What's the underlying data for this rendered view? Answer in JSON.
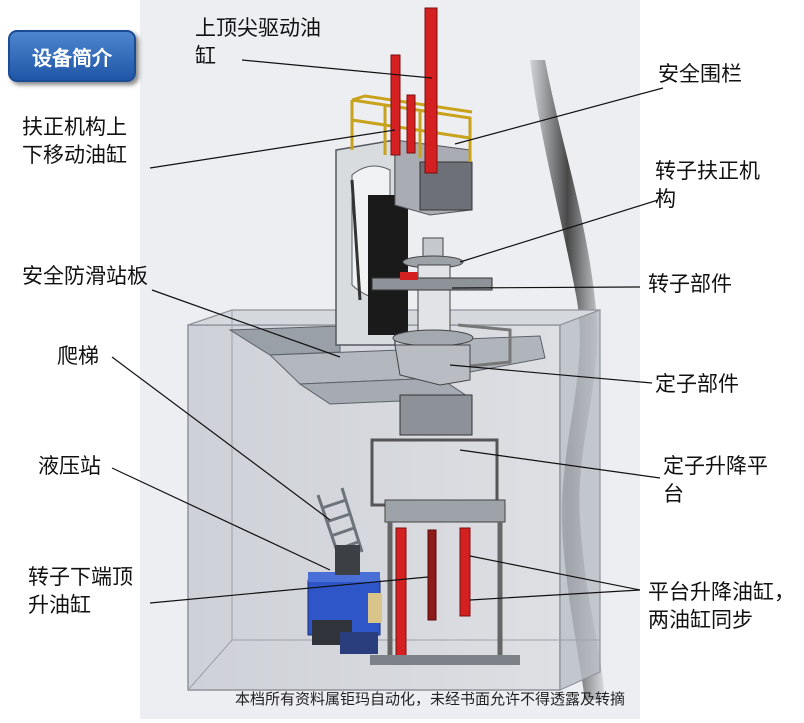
{
  "title_badge": "设备简介",
  "labels": {
    "top_cyl_1": "上顶尖驱动油",
    "top_cyl_2": "缸",
    "guard": "安全围栏",
    "centering_cyl_1": "扶正机构上",
    "centering_cyl_2": "下移动油缸",
    "rotor_align_1": "转子扶正机",
    "rotor_align_2": "构",
    "rotor_part": "转子部件",
    "antislip": "安全防滑站板",
    "ladder": "爬梯",
    "stator_part": "定子部件",
    "hydraulic": "液压站",
    "stator_platform_1": "定子升降平",
    "stator_platform_2": "台",
    "rotor_jack_1": "转子下端顶",
    "rotor_jack_2": "升油缸",
    "platform_cyl_1": "平台升降油缸，",
    "platform_cyl_2": "两油缸同步"
  },
  "footer": "本档所有资料属钜玛自动化，未经书面允许不得透露及转摘",
  "colors": {
    "badge_blue": "#2a62b3",
    "cylinder_red": "#d42020",
    "hydraulic_blue": "#2f56c8",
    "guard_yellow": "#c9a21c",
    "pit_grey": "#c9ccd2"
  }
}
